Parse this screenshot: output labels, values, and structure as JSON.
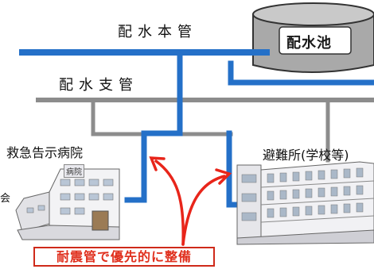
{
  "labels": {
    "main_pipe": "配水本管",
    "branch_pipe": "配水支管",
    "reservoir": "配水池",
    "hospital": "救急告示病院",
    "hospital_sign": "病院",
    "shelter": "避難所(学校等)",
    "clipped_text": "会",
    "banner": "耐震管で優先的に整備"
  },
  "colors": {
    "quake_resistant_pipe": "#2470c8",
    "ordinary_pipe": "#8c8c8c",
    "arrow": "#e8251a",
    "banner_text": "#e0301e"
  }
}
